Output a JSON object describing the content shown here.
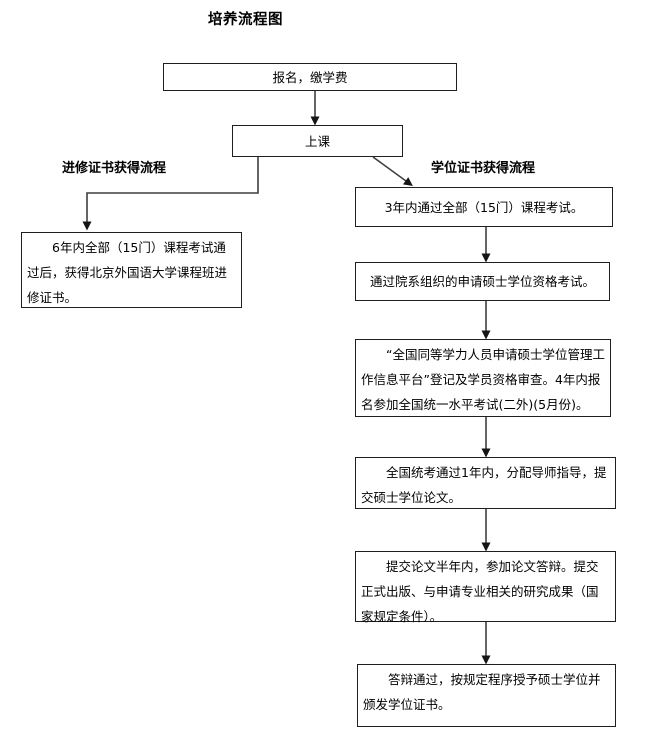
{
  "title": "培养流程图",
  "colors": {
    "background": "#ffffff",
    "box_border": "#1f1f1f",
    "connector_line": "#3f3f3f",
    "arrowhead": "#151515",
    "text": "#000000"
  },
  "flow": {
    "enroll": {
      "text": "报名，缴学费"
    },
    "attend": {
      "text": "上课"
    },
    "cert_branch": {
      "label": "进修证书获得流程",
      "box": {
        "text": "6年内全部（15门）课程考试通过后，获得北京外国语大学课程班进修证书。"
      }
    },
    "degree_branch": {
      "label": "学位证书获得流程",
      "steps": [
        {
          "text": "3年内通过全部（15门）课程考试。"
        },
        {
          "text": "通过院系组织的申请硕士学位资格考试。"
        },
        {
          "text": "“全国同等学力人员申请硕士学位管理工作信息平台”登记及学员资格审查。4年内报名参加全国统一水平考试(二外)(5月份)。"
        },
        {
          "text": "全国统考通过1年内，分配导师指导，提交硕士学位论文。"
        },
        {
          "text": "提交论文半年内，参加论文答辩。提交正式出版、与申请专业相关的研究成果（国家规定条件）。"
        },
        {
          "text": "答辩通过，按规定程序授予硕士学位并颁发学位证书。"
        }
      ]
    }
  }
}
